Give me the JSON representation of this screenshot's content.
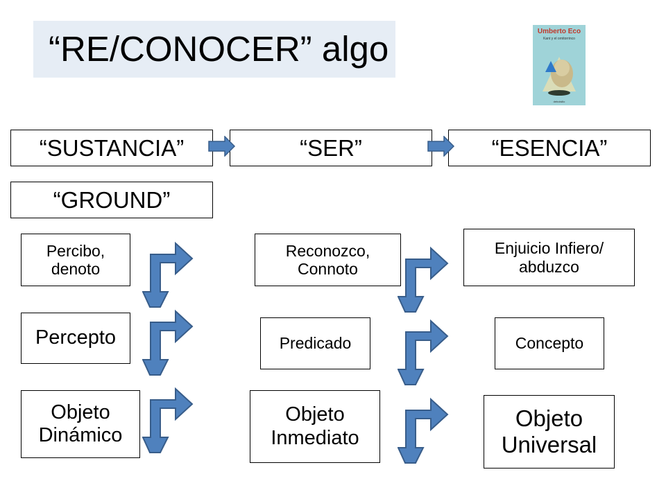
{
  "title": "“RE/CONOCER” algo",
  "book": {
    "author": "Umberto Eco",
    "subtitle": "Kant y el ornitorrinco",
    "publisher": "debolsillo"
  },
  "headers": [
    "“SUSTANCIA”",
    "“SER”",
    "“ESENCIA”",
    "“GROUND”"
  ],
  "col1": [
    "Percibo, denoto",
    "Percepto",
    "Objeto Dinámico"
  ],
  "col2": [
    "Reconozco, Connoto",
    "Predicado",
    "Objeto Inmediato"
  ],
  "col3": [
    "Enjuicio Infiero/ abduzco",
    "Concepto",
    "Objeto Universal"
  ],
  "colors": {
    "title_bg": "#e6edf5",
    "arrow_fill": "#4f81bd",
    "arrow_stroke": "#385d8a",
    "book_cover": "#9fd3d8"
  }
}
